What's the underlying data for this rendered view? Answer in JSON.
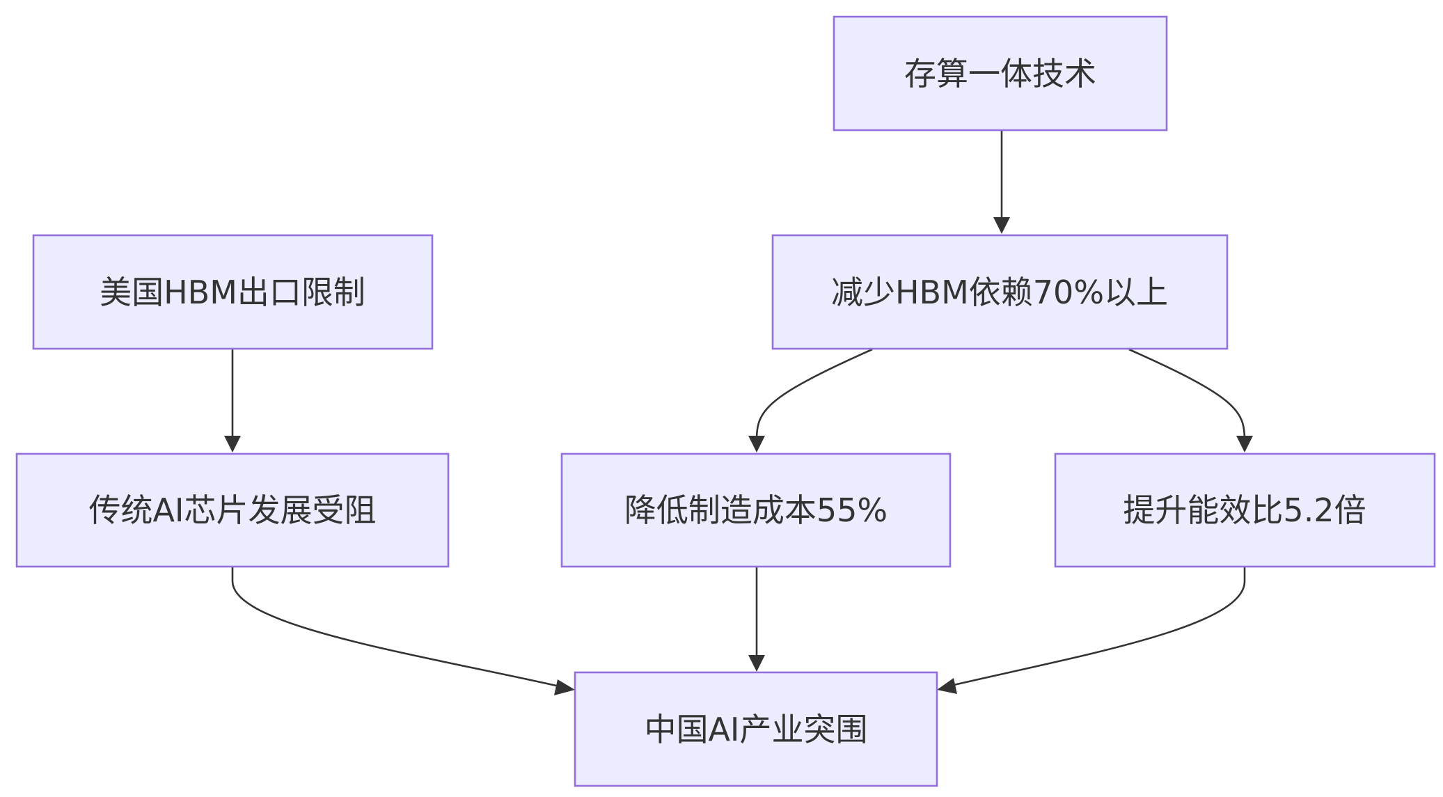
{
  "diagram": {
    "type": "flowchart",
    "nodes": [
      {
        "id": "tech",
        "label": "存算一体技术"
      },
      {
        "id": "restrict",
        "label": "美国HBM出口限制"
      },
      {
        "id": "reduce",
        "label": "减少HBM依赖70%以上"
      },
      {
        "id": "blocked",
        "label": "传统AI芯片发展受阻"
      },
      {
        "id": "cost",
        "label": "降低制造成本55%"
      },
      {
        "id": "efficiency",
        "label": "提升能效比5.2倍"
      },
      {
        "id": "breakthrough",
        "label": "中国AI产业突围"
      }
    ],
    "edges": [
      {
        "from": "tech",
        "to": "reduce"
      },
      {
        "from": "restrict",
        "to": "blocked"
      },
      {
        "from": "reduce",
        "to": "cost"
      },
      {
        "from": "reduce",
        "to": "efficiency"
      },
      {
        "from": "blocked",
        "to": "breakthrough"
      },
      {
        "from": "cost",
        "to": "breakthrough"
      },
      {
        "from": "efficiency",
        "to": "breakthrough"
      }
    ],
    "colors": {
      "node_fill": "#ECECFF",
      "node_border": "#9370DB",
      "edge": "#333333",
      "text": "#333333"
    }
  }
}
